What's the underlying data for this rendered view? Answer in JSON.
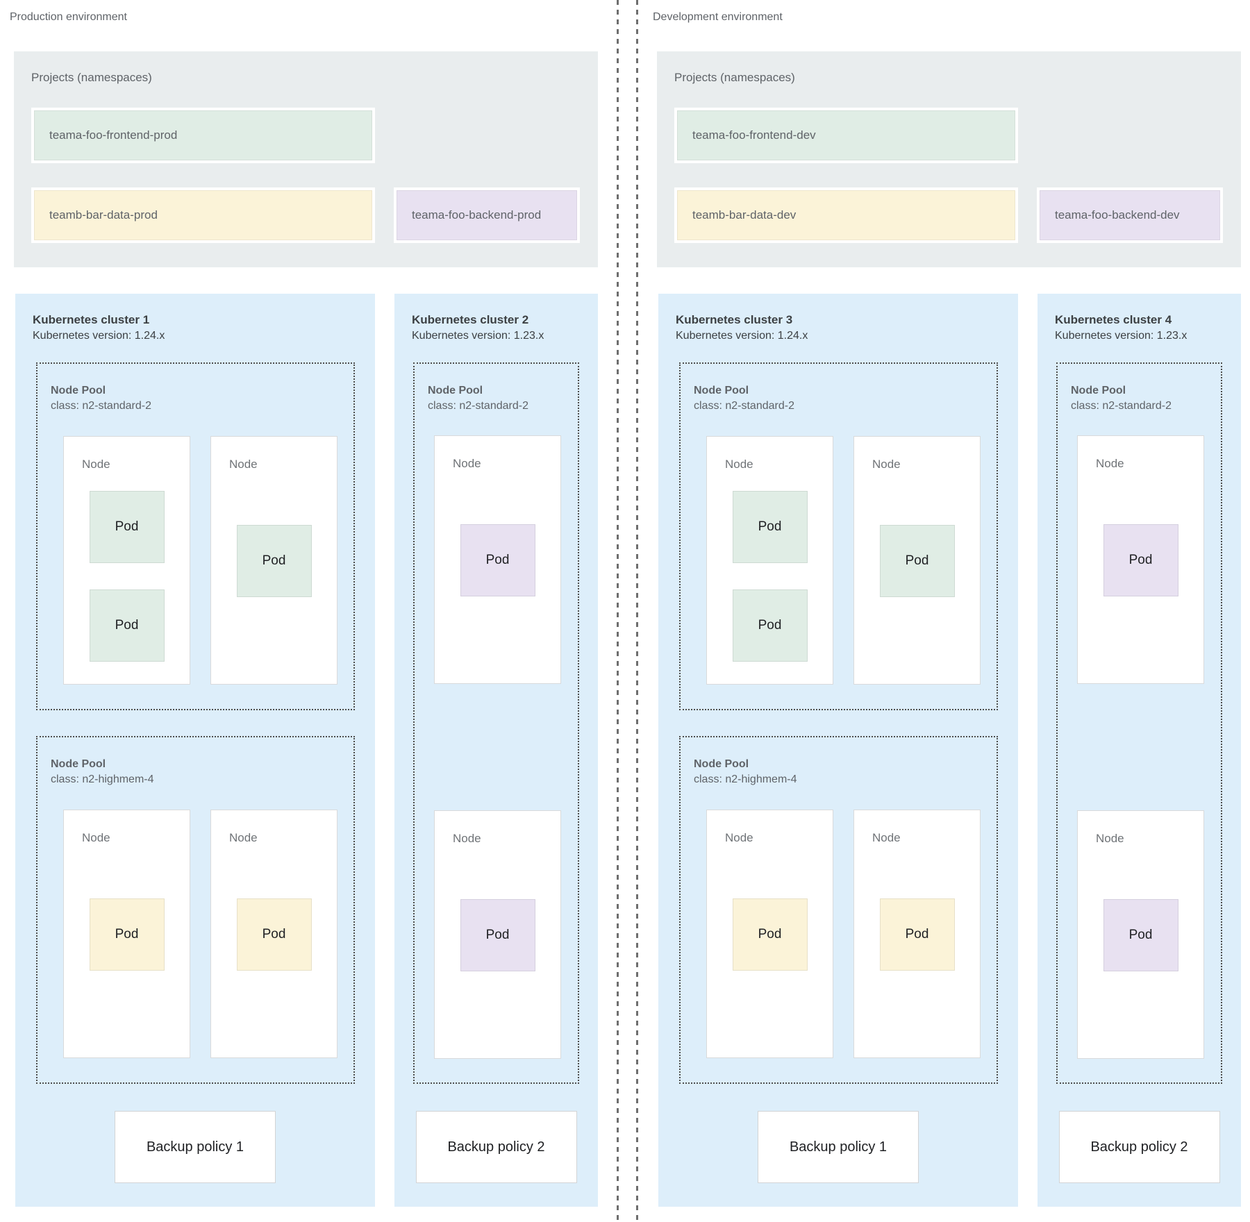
{
  "colors": {
    "green": "#e0ede5",
    "yellow": "#fbf3d8",
    "purple": "#e8e1f1",
    "cluster_bg": "#ddeefa",
    "panel_bg": "#e9edee"
  },
  "environments": [
    {
      "id": "production",
      "label": "Production environment",
      "projects_panel": {
        "title": "Projects (namespaces)",
        "projects": [
          {
            "name": "teama-foo-frontend-prod",
            "color_key": "green",
            "slot": "row1"
          },
          {
            "name": "teamb-bar-data-prod",
            "color_key": "yellow",
            "slot": "row2a"
          },
          {
            "name": "teama-foo-backend-prod",
            "color_key": "purple",
            "slot": "row2b"
          }
        ]
      },
      "clusters": [
        {
          "id": "cluster-1",
          "kind": "large",
          "title": "Kubernetes cluster 1",
          "version_label": "Kubernetes version: 1.24.x",
          "node_pools": [
            {
              "title": "Node Pool",
              "class_label": "class: n2-standard-2",
              "nodes": [
                {
                  "label": "Node",
                  "pods": [
                    {
                      "label": "Pod",
                      "color_key": "green"
                    },
                    {
                      "label": "Pod",
                      "color_key": "green"
                    }
                  ]
                },
                {
                  "label": "Node",
                  "pods": [
                    {
                      "label": "Pod",
                      "color_key": "green"
                    }
                  ]
                }
              ]
            },
            {
              "title": "Node Pool",
              "class_label": "class: n2-highmem-4",
              "nodes": [
                {
                  "label": "Node",
                  "pods": [
                    {
                      "label": "Pod",
                      "color_key": "yellow"
                    }
                  ]
                },
                {
                  "label": "Node",
                  "pods": [
                    {
                      "label": "Pod",
                      "color_key": "yellow"
                    }
                  ]
                }
              ]
            }
          ],
          "backup_policy": "Backup policy 1"
        },
        {
          "id": "cluster-2",
          "kind": "small",
          "title": "Kubernetes cluster 2",
          "version_label": "Kubernetes version: 1.23.x",
          "node_pools": [
            {
              "title": "Node Pool",
              "class_label": "class: n2-standard-2",
              "nodes": [
                {
                  "label": "Node",
                  "pods": [
                    {
                      "label": "Pod",
                      "color_key": "purple"
                    }
                  ]
                },
                {
                  "label": "Node",
                  "pods": [
                    {
                      "label": "Pod",
                      "color_key": "purple"
                    }
                  ]
                }
              ]
            }
          ],
          "backup_policy": "Backup policy 2"
        }
      ]
    },
    {
      "id": "development",
      "label": "Development environment",
      "projects_panel": {
        "title": "Projects (namespaces)",
        "projects": [
          {
            "name": "teama-foo-frontend-dev",
            "color_key": "green",
            "slot": "row1"
          },
          {
            "name": "teamb-bar-data-dev",
            "color_key": "yellow",
            "slot": "row2a"
          },
          {
            "name": "teama-foo-backend-dev",
            "color_key": "purple",
            "slot": "row2b"
          }
        ]
      },
      "clusters": [
        {
          "id": "cluster-3",
          "kind": "large",
          "title": "Kubernetes cluster 3",
          "version_label": "Kubernetes version: 1.24.x",
          "node_pools": [
            {
              "title": "Node Pool",
              "class_label": "class: n2-standard-2",
              "nodes": [
                {
                  "label": "Node",
                  "pods": [
                    {
                      "label": "Pod",
                      "color_key": "green"
                    },
                    {
                      "label": "Pod",
                      "color_key": "green"
                    }
                  ]
                },
                {
                  "label": "Node",
                  "pods": [
                    {
                      "label": "Pod",
                      "color_key": "green"
                    }
                  ]
                }
              ]
            },
            {
              "title": "Node Pool",
              "class_label": "class: n2-highmem-4",
              "nodes": [
                {
                  "label": "Node",
                  "pods": [
                    {
                      "label": "Pod",
                      "color_key": "yellow"
                    }
                  ]
                },
                {
                  "label": "Node",
                  "pods": [
                    {
                      "label": "Pod",
                      "color_key": "yellow"
                    }
                  ]
                }
              ]
            }
          ],
          "backup_policy": "Backup policy 1"
        },
        {
          "id": "cluster-4",
          "kind": "small",
          "title": "Kubernetes cluster 4",
          "version_label": "Kubernetes version: 1.23.x",
          "node_pools": [
            {
              "title": "Node Pool",
              "class_label": "class: n2-standard-2",
              "nodes": [
                {
                  "label": "Node",
                  "pods": [
                    {
                      "label": "Pod",
                      "color_key": "purple"
                    }
                  ]
                },
                {
                  "label": "Node",
                  "pods": [
                    {
                      "label": "Pod",
                      "color_key": "purple"
                    }
                  ]
                }
              ]
            }
          ],
          "backup_policy": "Backup policy 2"
        }
      ]
    }
  ]
}
